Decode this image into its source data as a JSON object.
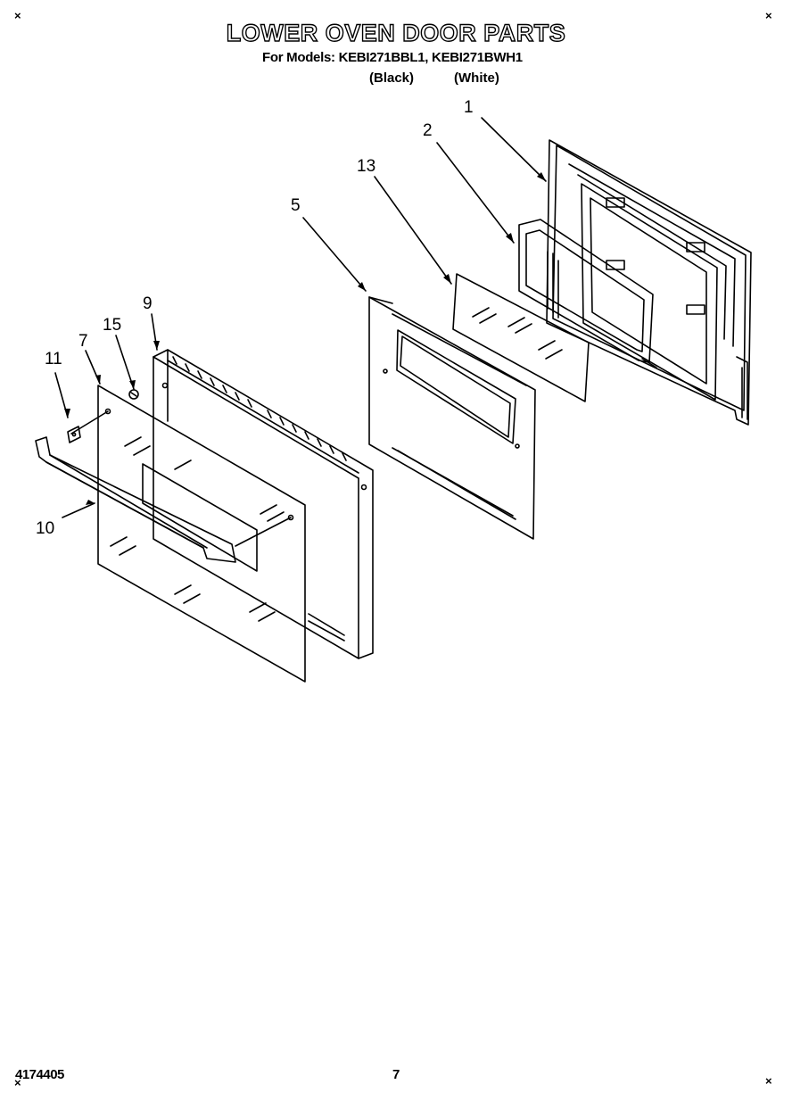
{
  "header": {
    "title": "LOWER OVEN DOOR PARTS",
    "models_line": "For Models: KEBI271BBL1, KEBI271BWH1",
    "color_black": "(Black)",
    "color_white": "(White)"
  },
  "callouts": {
    "c1": "1",
    "c2": "2",
    "c5": "5",
    "c7": "7",
    "c9": "9",
    "c10": "10",
    "c11": "11",
    "c13": "13",
    "c15": "15"
  },
  "footer": {
    "doc_number": "4174405",
    "page_number": "7"
  },
  "corner_mark": "×"
}
